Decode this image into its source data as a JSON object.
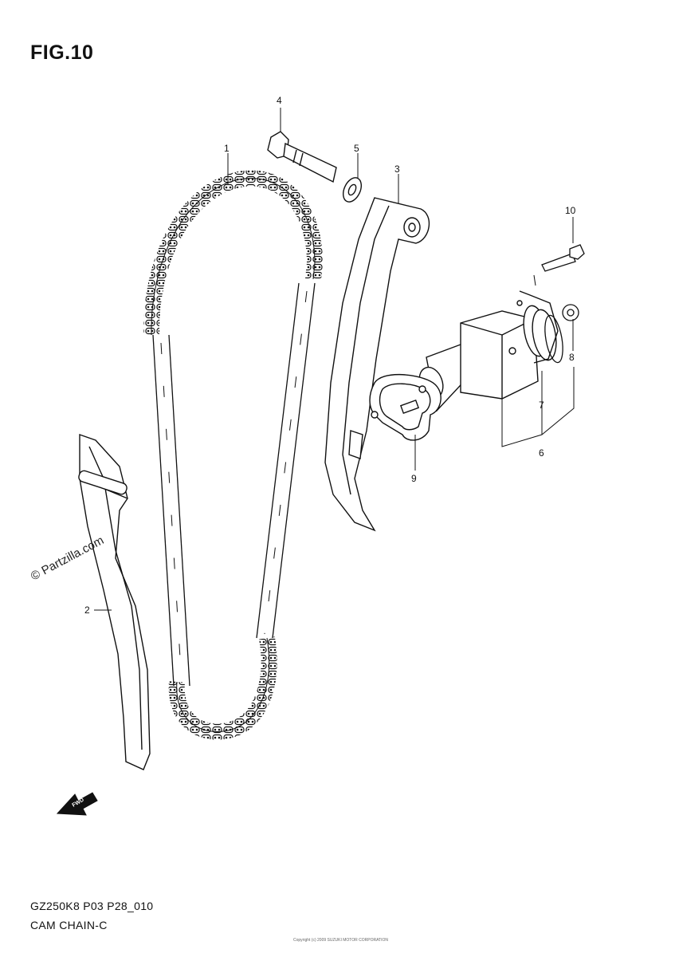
{
  "figure": {
    "title": "FIG.10"
  },
  "callouts": [
    {
      "id": "1",
      "text": "1"
    },
    {
      "id": "2",
      "text": "2"
    },
    {
      "id": "3",
      "text": "3"
    },
    {
      "id": "4",
      "text": "4"
    },
    {
      "id": "5",
      "text": "5"
    },
    {
      "id": "6",
      "text": "6"
    },
    {
      "id": "7",
      "text": "7"
    },
    {
      "id": "8",
      "text": "8"
    },
    {
      "id": "9",
      "text": "9"
    },
    {
      "id": "10",
      "text": "10"
    }
  ],
  "watermark": "© Partzilla.com",
  "direction_marker": "FWD",
  "footer": {
    "code": "GZ250K8 P03 P28_010",
    "name": "CAM CHAIN-C",
    "copyright": "Copyright (c) 2009 SUZUKI MOTOR CORPORATION"
  }
}
